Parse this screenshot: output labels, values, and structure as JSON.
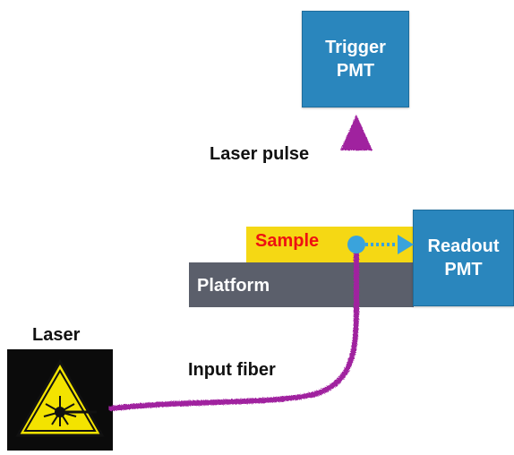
{
  "boxes": {
    "trigger_pmt": "Trigger\nPMT",
    "readout_pmt": "Readout\nPMT"
  },
  "labels": {
    "sample": "Sample",
    "platform": "Platform",
    "laser_pulse": "Laser pulse",
    "input_fiber": "Input fiber",
    "laser": "Laser"
  },
  "colors": {
    "pmt_blue": "#2a86bd",
    "sample_yellow": "#f5d814",
    "sample_text_red": "#ee1111",
    "platform_gray": "#5b5f6b",
    "fiber_purple": "#a0209f",
    "scatter_arrow_blue": "#3aa3dc",
    "warning_yellow": "#f3e300"
  },
  "icons": {
    "laser": "laser-warning-icon"
  }
}
